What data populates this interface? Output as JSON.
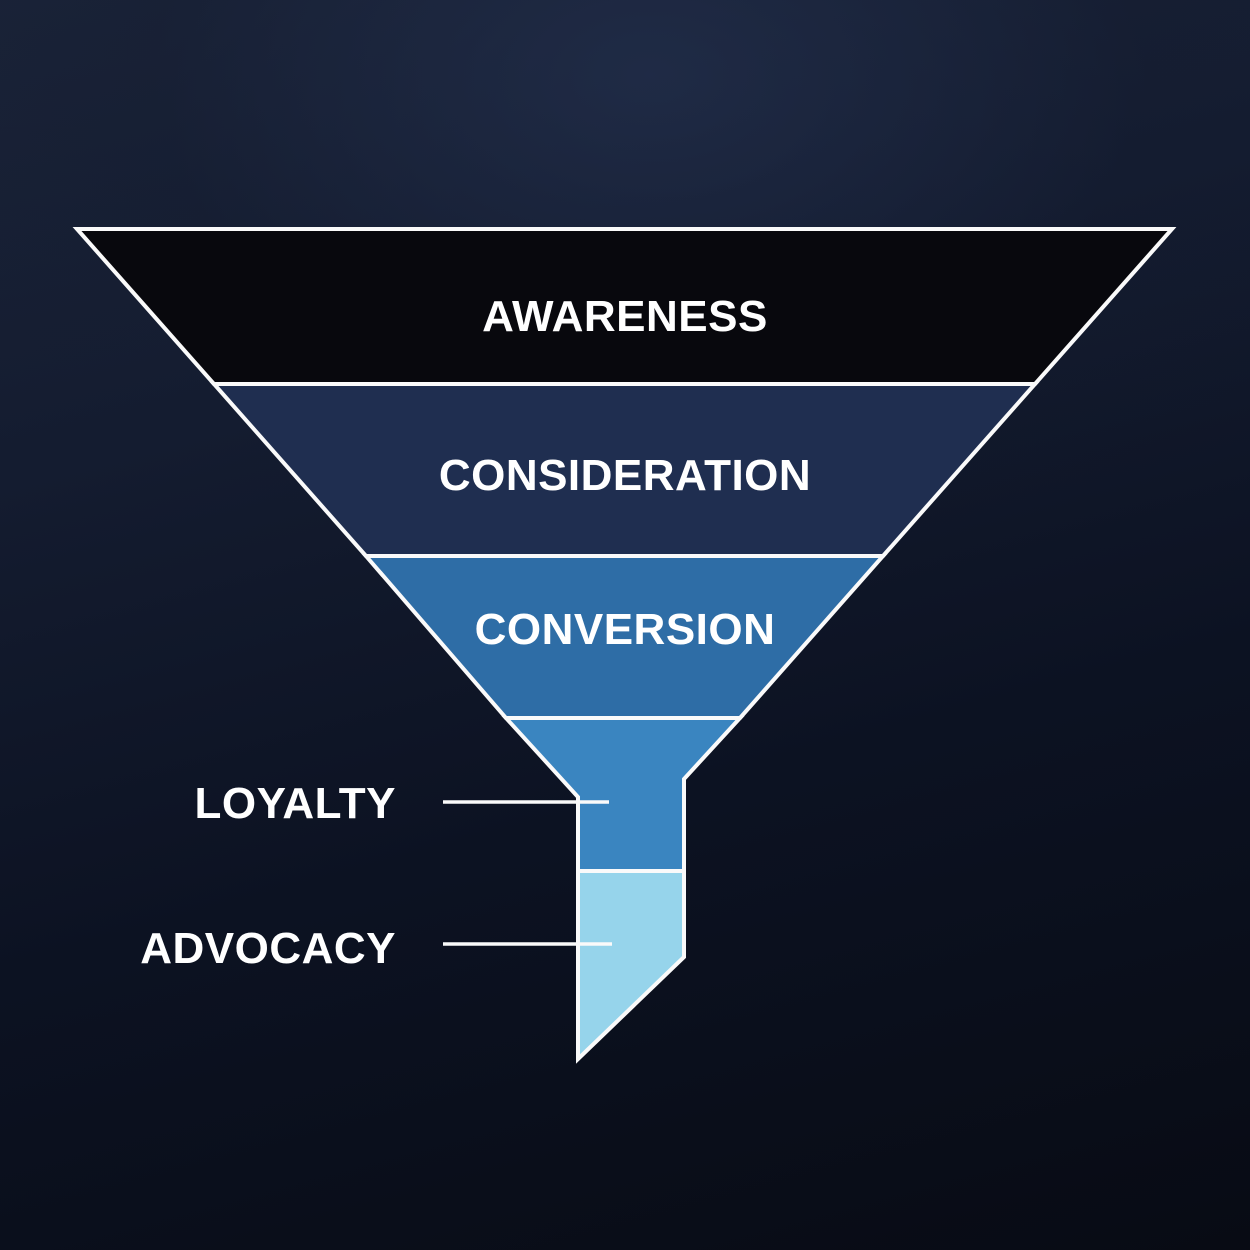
{
  "diagram": {
    "type": "marketing-funnel",
    "outline_color": "#fafafa",
    "label_color": "#ffffff",
    "background_top_color": "#1a2338",
    "background_bottom_color": "#080b14",
    "stages": [
      {
        "id": "awareness",
        "label": "AWARENESS",
        "color": "#08080d",
        "label_placement": "inside"
      },
      {
        "id": "consideration",
        "label": "CONSIDERATION",
        "color": "#1f2e50",
        "label_placement": "inside"
      },
      {
        "id": "conversion",
        "label": "CONVERSION",
        "color": "#2e6da6",
        "label_placement": "inside"
      },
      {
        "id": "loyalty",
        "label": "LOYALTY",
        "color": "#3a85c0",
        "label_placement": "outside-left-callout"
      },
      {
        "id": "advocacy",
        "label": "ADVOCACY",
        "color": "#96d4eb",
        "label_placement": "outside-left-callout"
      }
    ]
  }
}
